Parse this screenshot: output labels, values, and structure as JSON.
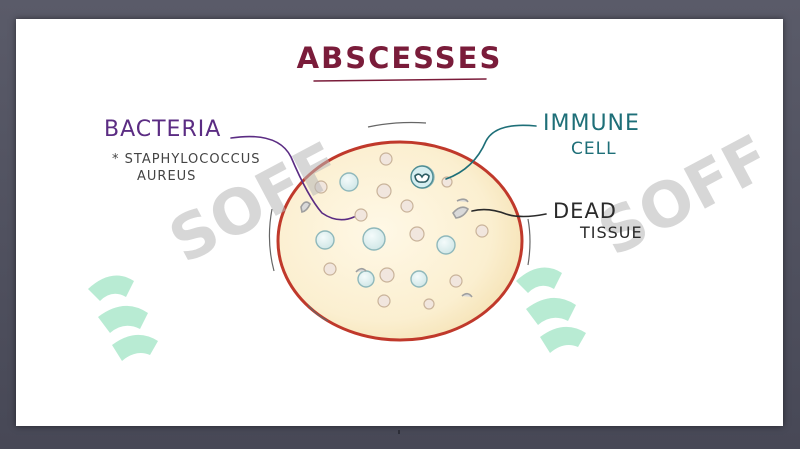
{
  "slide": {
    "title": "ABSCESSES",
    "labels": {
      "bacteria": "BACTERIA",
      "staph_line1": "* STAPHYLOCOCCUS",
      "staph_line2": "AUREUS",
      "immune": "IMMUNE",
      "cell": "CELL",
      "dead": "DEAD",
      "tissue": "TISSUE"
    },
    "watermark": "SOFF"
  },
  "colors": {
    "title": "#7a1c3a",
    "bacteria": "#5b2c83",
    "immune": "#1e6f78",
    "abscess_fill": "#fbf1d6",
    "abscess_border": "#c0392b",
    "watermark_mark": "#7fdcb0",
    "watermark_text": "#b8b8b8"
  }
}
